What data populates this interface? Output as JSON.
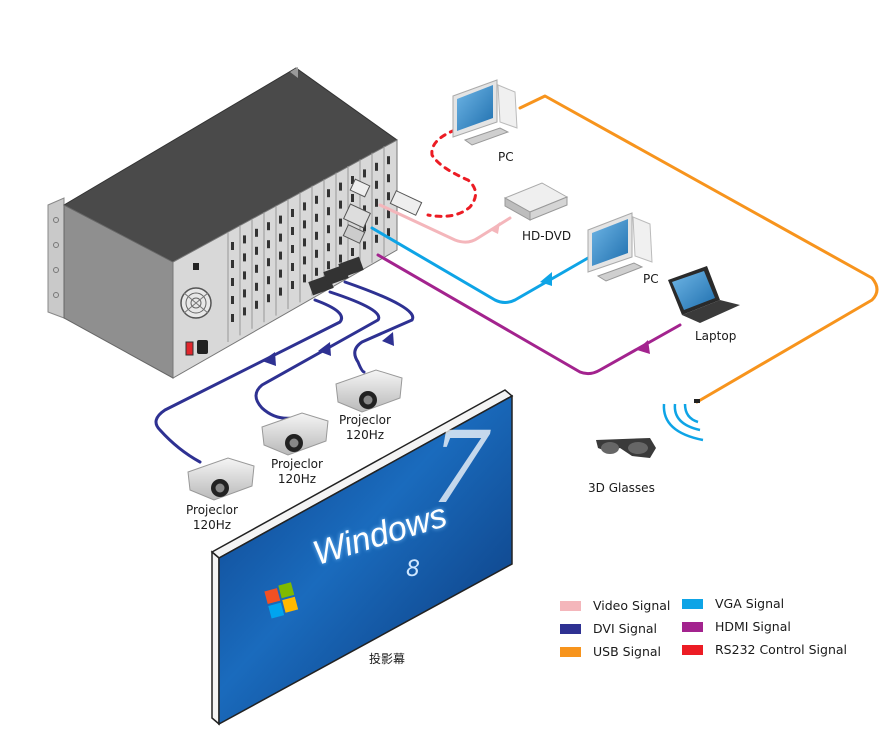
{
  "diagram": {
    "title": "",
    "devices": {
      "pc_top": "PC",
      "hd_dvd": "HD-DVD",
      "pc_mid": "PC",
      "laptop": "Laptop",
      "glasses": "3D Glasses",
      "projectors": [
        {
          "name": "Projeclor",
          "rate": "120Hz"
        },
        {
          "name": "Projeclor",
          "rate": "120Hz"
        },
        {
          "name": "Projeclor",
          "rate": "120Hz"
        }
      ],
      "screen_label": "投影幕",
      "screen_text": "Windows",
      "screen_version": "8"
    },
    "legend": [
      {
        "label": "Video Signal",
        "color": "#f4b6bb"
      },
      {
        "label": "VGA Signal",
        "color": "#0ea4e6"
      },
      {
        "label": "DVI Signal",
        "color": "#2e3192"
      },
      {
        "label": "HDMI Signal",
        "color": "#a3238e"
      },
      {
        "label": "USB Signal",
        "color": "#f7941d"
      },
      {
        "label": "RS232 Control Signal",
        "color": "#ec1c24"
      }
    ],
    "colors": {
      "video": "#f4b6bb",
      "vga": "#0ea4e6",
      "dvi": "#2e3192",
      "hdmi": "#a3238e",
      "usb": "#f7941d",
      "rs232": "#ec1c24"
    }
  }
}
